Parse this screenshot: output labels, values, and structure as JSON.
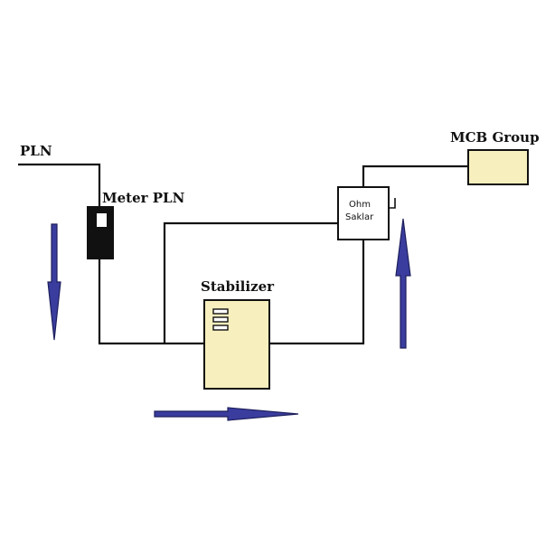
{
  "labels": {
    "pln": "PLN",
    "meter": "Meter PLN",
    "stabilizer": "Stabilizer",
    "ohm_line1": "Ohm",
    "ohm_line2": "Saklar",
    "mcb": "MCB Group"
  },
  "colors": {
    "wire": "#111111",
    "box_fill": "#f7efbd",
    "meter_fill": "#111111",
    "arrow_fill": "#3a3d9e",
    "arrow_edge": "#1d1f5c"
  },
  "icons": {
    "down_arrow": "arrow-down-icon",
    "right_arrow": "arrow-right-icon",
    "up_arrow": "arrow-up-icon"
  }
}
